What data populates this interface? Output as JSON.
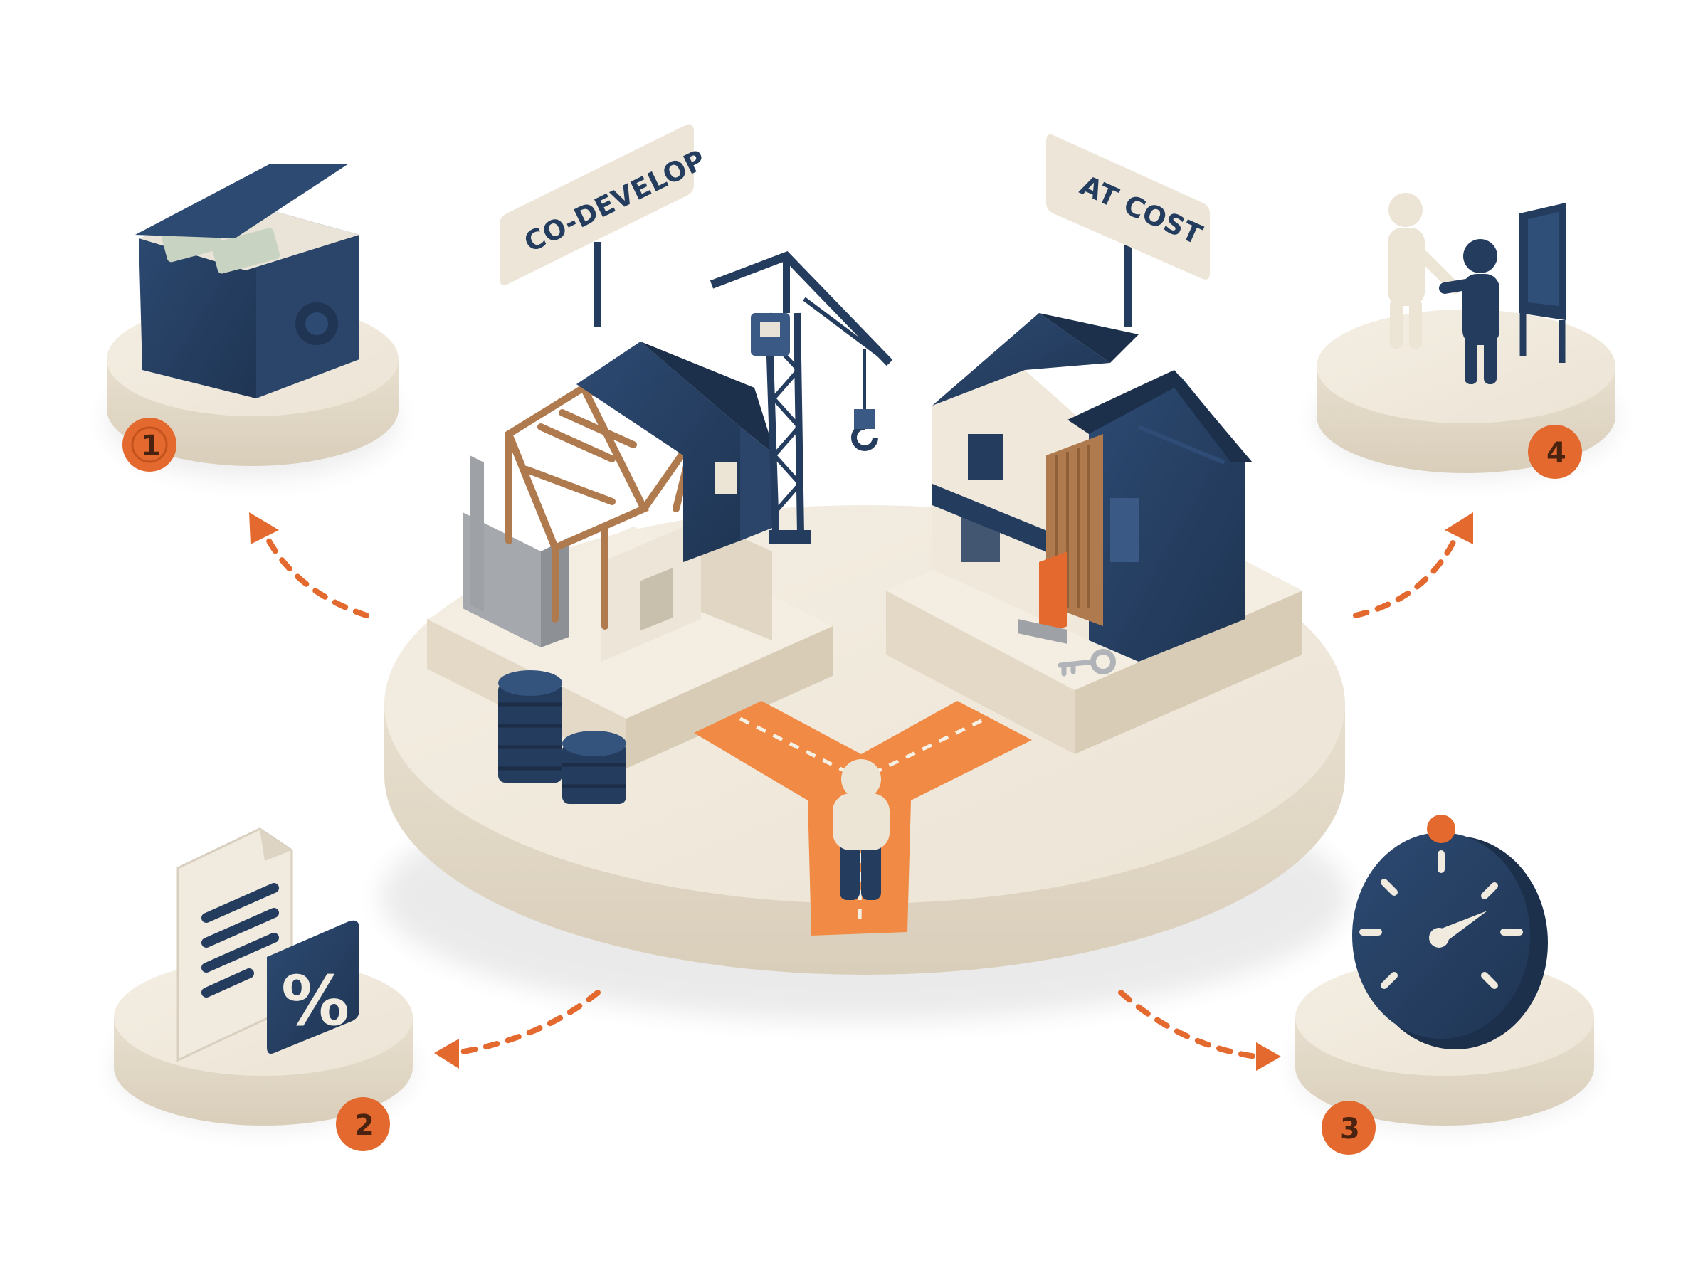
{
  "colors": {
    "navy": "#243c5e",
    "cream": "#efe8db",
    "orange": "#f08a45",
    "steel": "#9ea1a6",
    "wood": "#b07a4f"
  },
  "signs": {
    "co_develop": "CO-DEVELOP",
    "at_cost": "AT COST"
  },
  "steps": [
    {
      "number": "1",
      "icon": "money-safe-icon"
    },
    {
      "number": "2",
      "icon": "percent-document-icon"
    },
    {
      "number": "3",
      "icon": "stopwatch-icon"
    },
    {
      "number": "4",
      "icon": "handshake-icon"
    }
  ],
  "percent_symbol": "%"
}
